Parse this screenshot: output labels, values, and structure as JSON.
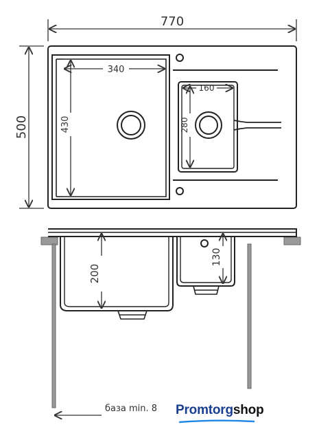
{
  "dimensions": {
    "overall_width": "770",
    "overall_depth": "500",
    "main_bowl_width": "340",
    "main_bowl_length": "430",
    "small_bowl_width": "160",
    "small_bowl_length": "280",
    "main_bowl_depth": "200",
    "small_bowl_depth": "130"
  },
  "cabinet_note": "база min. 8",
  "brand": {
    "name_main": "Promtorg",
    "name_tail": "shop",
    "color_main": "#1a3f8f",
    "color_tail": "#111111",
    "swoosh_color": "#1e88e5"
  }
}
